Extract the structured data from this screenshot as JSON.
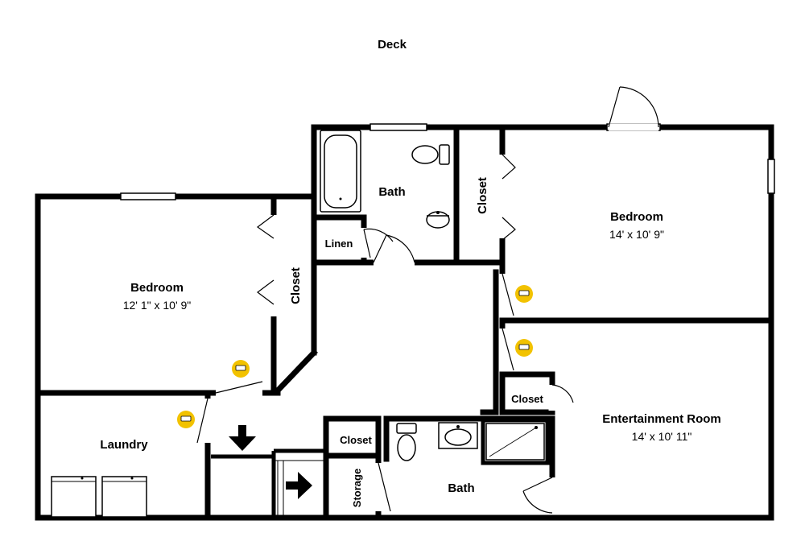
{
  "outside": {
    "deck": "Deck"
  },
  "rooms": {
    "bedroom_left": {
      "name": "Bedroom",
      "size": "12' 1\" x 10' 9\""
    },
    "bedroom_right": {
      "name": "Bedroom",
      "size": "14' x 10' 9\""
    },
    "bath_upper": {
      "name": "Bath"
    },
    "bath_lower": {
      "name": "Bath"
    },
    "closet_left": {
      "name": "Closet"
    },
    "closet_top": {
      "name": "Closet"
    },
    "closet_mid": {
      "name": "Closet"
    },
    "closet_right_small": {
      "name": "Closet"
    },
    "linen": {
      "name": "Linen"
    },
    "laundry": {
      "name": "Laundry"
    },
    "storage": {
      "name": "Storage"
    },
    "entertainment": {
      "name": "Entertainment Room",
      "size": "14' x 10' 11\""
    }
  },
  "colors": {
    "sensor": "#f2c200",
    "wall": "#000000"
  },
  "icons": [
    "stair-arrow-down-icon",
    "stair-arrow-right-icon",
    "sensor-icon"
  ]
}
